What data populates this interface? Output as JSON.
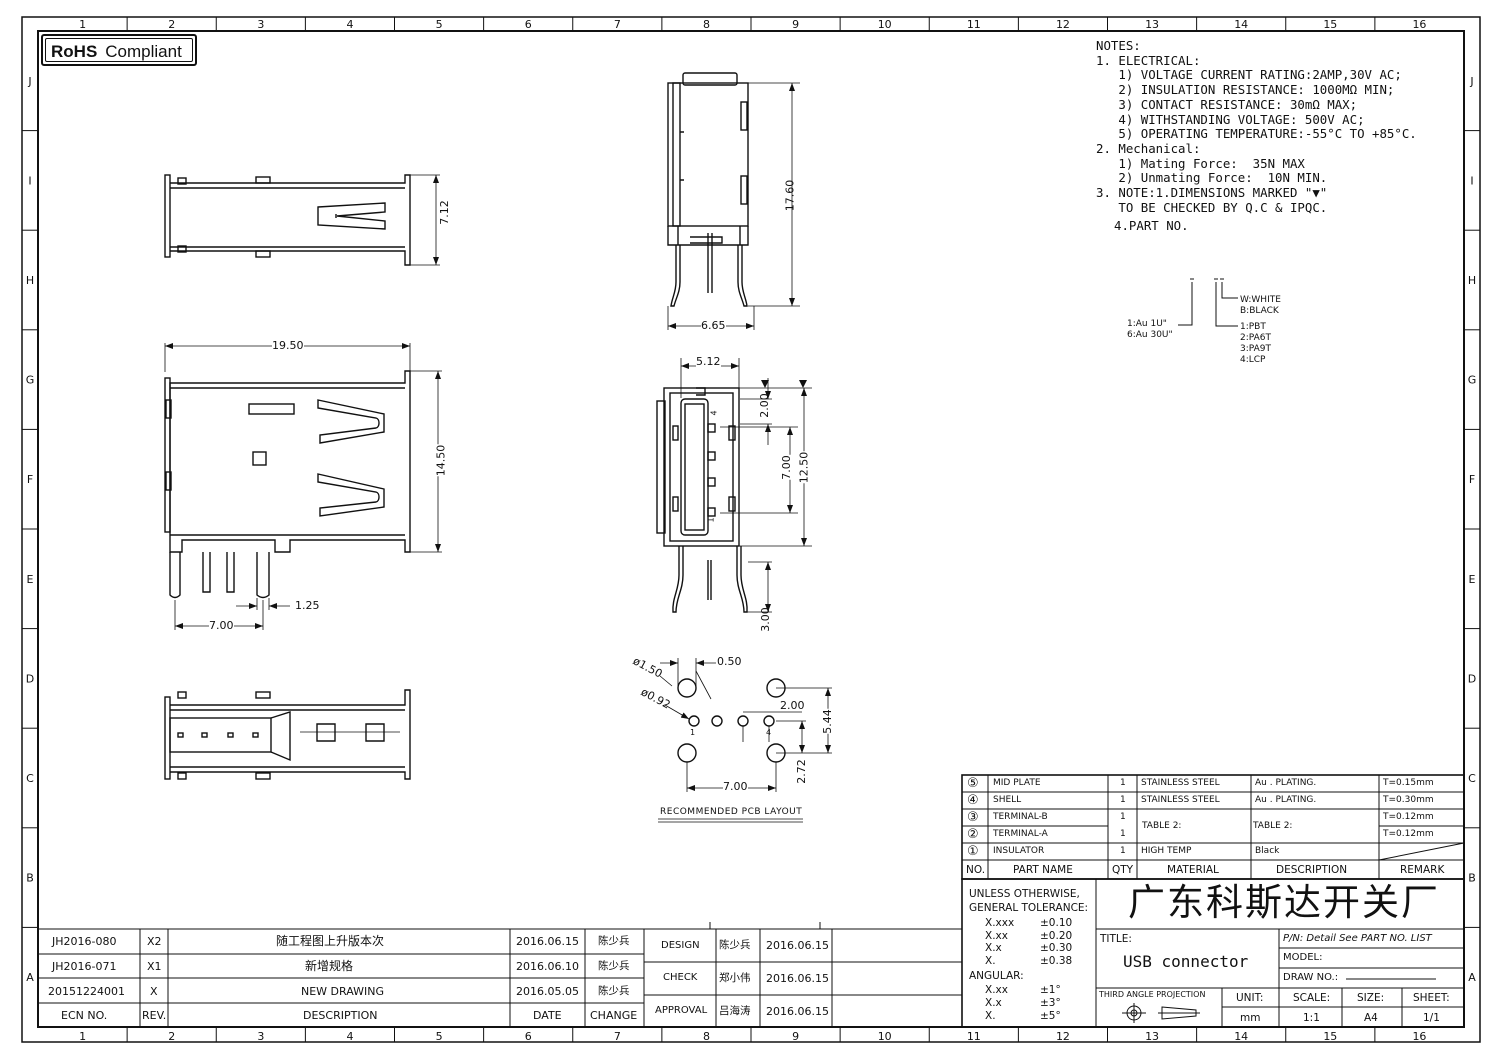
{
  "badge": {
    "strong": "RoHS",
    "text": "Compliant"
  },
  "columns": [
    "1",
    "2",
    "3",
    "4",
    "5",
    "6",
    "7",
    "8",
    "9",
    "10",
    "11",
    "12",
    "13",
    "14",
    "15",
    "16"
  ],
  "rows": [
    "J",
    "I",
    "H",
    "G",
    "F",
    "E",
    "D",
    "C",
    "B",
    "A"
  ],
  "notes": [
    "NOTES:",
    "1. ELECTRICAL:",
    "   1) VOLTAGE CURRENT RATING:2AMP,30V AC;",
    "   2) INSULATION RESISTANCE: 1000MΩ MIN;",
    "   3) CONTACT RESISTANCE: 30mΩ MAX;",
    "   4) WITHSTANDING VOLTAGE: 500V AC;",
    "   5) OPERATING TEMPERATURE:-55°C TO +85°C.",
    "2. Mechanical:",
    "   1) Mating Force:  35N MAX",
    "   2) Unmating Force:  10N MIN.",
    "3. NOTE:1.DIMENSIONS MARKED \"▼\"",
    "   TO BE CHECKED BY Q.C & IPQC."
  ],
  "part_no": "4.PART NO.",
  "part_code": {
    "color_options": [
      "W:WHITE",
      "B:BLACK"
    ],
    "material_options": [
      "1:PBT",
      "2:PA6T",
      "3:PA9T",
      "4:LCP"
    ],
    "plating_options": [
      "1:Au 1U\"",
      "6:Au 30U\""
    ]
  },
  "dims": {
    "d712": "7.12",
    "d1760": "17.60",
    "d665": "6.65",
    "d1950": "19.50",
    "d1450": "14.50",
    "d125": "1.25",
    "d700a": "7.00",
    "d512": "5.12",
    "d200a": "2.00",
    "d700b": "7.00",
    "d1250": "12.50",
    "d300": "3.00",
    "d150": "ø1.50",
    "d050": "0.50",
    "d092": "ø0.92",
    "d200b": "2.00",
    "d544": "5.44",
    "d272": "2.72",
    "d700c": "7.00",
    "pin1": "1",
    "pin4": "4",
    "pin1b": "1",
    "pin4b": "4"
  },
  "pcb_caption": "RECOMMENDED PCB LAYOUT",
  "bom": {
    "rows": [
      {
        "no": "⑤",
        "name": "MID PLATE",
        "qty": "1",
        "material": "STAINLESS STEEL",
        "description": "Au . PLATING.",
        "remark": "T=0.15mm"
      },
      {
        "no": "④",
        "name": "SHELL",
        "qty": "1",
        "material": "STAINLESS STEEL",
        "description": "Au . PLATING.",
        "remark": "T=0.30mm"
      },
      {
        "no": "③",
        "name": "TERMINAL-B",
        "qty": "1",
        "material": "TABLE 2:",
        "description": "TABLE 2:",
        "remark": "T=0.12mm"
      },
      {
        "no": "②",
        "name": "TERMINAL-A",
        "qty": "1",
        "material": "",
        "description": "",
        "remark": "T=0.12mm"
      },
      {
        "no": "①",
        "name": "INSULATOR",
        "qty": "1",
        "material": "HIGH TEMP",
        "description": "Black",
        "remark": ""
      }
    ],
    "header": {
      "no": "NO.",
      "name": "PART NAME",
      "qty": "QTY",
      "material": "MATERIAL",
      "description": "DESCRIPTION",
      "remark": "REMARK"
    }
  },
  "tolerance": {
    "title1": "UNLESS OTHERWISE,",
    "title2": "GENERAL TOLERANCE:",
    "linear": [
      [
        "X.xxx",
        "±0.10"
      ],
      [
        "X.xx",
        "±0.20"
      ],
      [
        "X.x",
        "±0.30"
      ],
      [
        "X.",
        "±0.38"
      ]
    ],
    "angular_label": "ANGULAR:",
    "angular": [
      [
        "X.xx",
        "±1°"
      ],
      [
        "X.x",
        "±3°"
      ],
      [
        "X.",
        "±5°"
      ]
    ]
  },
  "company": "广东科斯达开关厂",
  "title_label": "TITLE:",
  "title_value": "USB connector",
  "pn_label": "P/N: Detail  See  PART  NO.  LIST",
  "model_label": "MODEL:",
  "drawno_label": "DRAW  NO.:",
  "projection_label": "THIRD ANGLE PROJECTION",
  "unit_label": "UNIT:",
  "unit_value": "mm",
  "scale_label": "SCALE:",
  "scale_value": "1:1",
  "size_label": "SIZE:",
  "size_value": "A4",
  "sheet_label": "SHEET:",
  "sheet_value": "1/1",
  "revisions": [
    {
      "ecn": "JH2016-080",
      "rev": "X2",
      "desc": "随工程图上升版本次",
      "date": "2016.06.15",
      "change": "陈少兵"
    },
    {
      "ecn": "JH2016-071",
      "rev": "X1",
      "desc": "新增规格",
      "date": "2016.06.10",
      "change": "陈少兵"
    },
    {
      "ecn": "20151224001",
      "rev": "X",
      "desc": "NEW DRAWING",
      "date": "2016.05.05",
      "change": "陈少兵"
    }
  ],
  "rev_header": {
    "ecn": "ECN  NO.",
    "rev": "REV.",
    "desc": "DESCRIPTION",
    "date": "DATE",
    "change": "CHANGE"
  },
  "signoff": [
    {
      "role": "DESIGN",
      "name": "陈少兵",
      "date": "2016.06.15"
    },
    {
      "role": "CHECK",
      "name": "郑小伟",
      "date": "2016.06.15"
    },
    {
      "role": "APPROVAL",
      "name": "吕海涛",
      "date": "2016.06.15"
    }
  ]
}
